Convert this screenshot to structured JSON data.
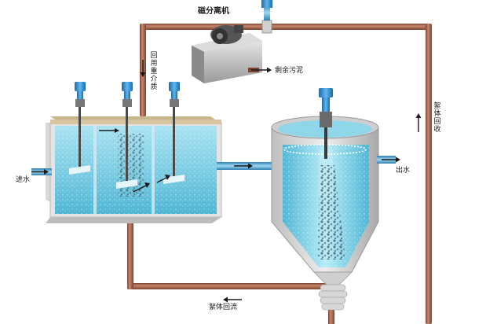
{
  "labels": {
    "separator": "磁分离机",
    "return_medium": "回用重介质",
    "residual_sludge": "剩余污泥",
    "inlet": "进水",
    "outlet": "出水",
    "floc_recovery": "絮体回收",
    "floc_return": "絮体回流"
  },
  "colors": {
    "pipe": "#a9674e",
    "pipe_edge": "#7a4432",
    "water": "#7fd0e6",
    "motor": "#2e8fd0",
    "tank_wall": "#d9d9d9",
    "flow_arrow": "#1a1a1a"
  }
}
